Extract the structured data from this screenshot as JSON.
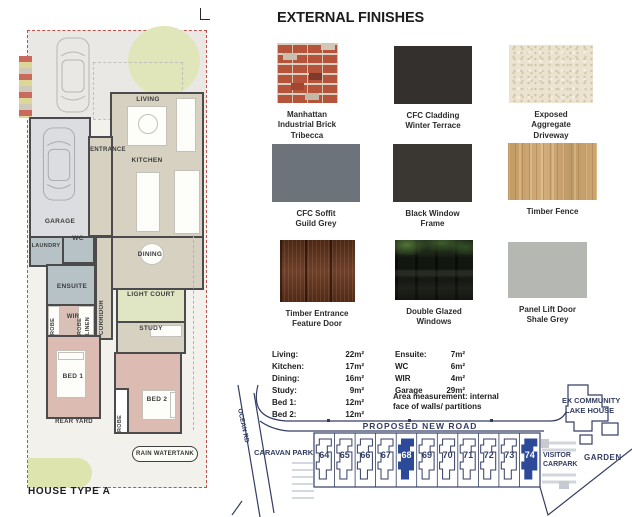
{
  "plan": {
    "title": "HOUSE TYPE A",
    "rooms": {
      "living": "LIVING",
      "entrance": "ENTRANCE",
      "kitchen": "KITCHEN",
      "garage": "GARAGE",
      "laundry": "LAUNDRY",
      "wc": "WC",
      "dining": "DINING",
      "ensuite": "ENSUITE",
      "robe_a": "ROBE",
      "wir": "WIR",
      "robe_b": "ROBE",
      "linen": "LINEN",
      "corridor": "CORRIDOR",
      "light_court": "LIGHT COURT",
      "study": "STUDY",
      "bed1": "BED 1",
      "bed2": "BED 2",
      "robe_c": "ROBE",
      "rear_yard": "REAR YARD",
      "rain_watertank": "RAIN WATERTANK"
    }
  },
  "finishes": {
    "title": "EXTERNAL FINISHES",
    "items": [
      {
        "label": "Manhattan Industrial Brick Tribecca",
        "texture": "brick"
      },
      {
        "label": "CFC Cladding Winter Terrace",
        "color": "#34302d"
      },
      {
        "label": "Exposed Aggregate Driveway",
        "texture": "aggregate",
        "color": "#ebe2cf"
      },
      {
        "label": "CFC Soffit Guild Grey",
        "color": "#6d737b"
      },
      {
        "label": "Black Window Frame",
        "color": "#3a3733"
      },
      {
        "label": "Timber Fence",
        "texture": "light-timber",
        "color": "#c9a470"
      },
      {
        "label": "Timber Entrance Feature Door",
        "texture": "dark-timber",
        "color": "#63351f"
      },
      {
        "label": "Double Glazed Windows",
        "texture": "photo",
        "color": "#171c14"
      },
      {
        "label": "Panel Lift Door Shale Grey",
        "color": "#b5b8b2"
      }
    ]
  },
  "areas": {
    "left": [
      {
        "label": "Living:",
        "value": "22m²"
      },
      {
        "label": "Kitchen:",
        "value": "17m²"
      },
      {
        "label": "Dining:",
        "value": "16m²"
      },
      {
        "label": "Study:",
        "value": "9m²"
      },
      {
        "label": "Bed 1:",
        "value": "12m²"
      },
      {
        "label": "Bed 2:",
        "value": "12m²"
      }
    ],
    "right": [
      {
        "label": "Ensuite:",
        "value": "7m²"
      },
      {
        "label": "WC",
        "value": "6m²"
      },
      {
        "label": "WIR",
        "value": "4m²"
      },
      {
        "label": "Garage",
        "value": "29m²"
      }
    ],
    "note": "Area measurement: internal face of walls/ partitions"
  },
  "site_plan": {
    "road_label": "PROPOSED NEW ROAD",
    "caravan_park": "CARAVAN PARK",
    "ocean_rd": "OCEAN RD",
    "visitor_carpark_line1": "VISITOR",
    "visitor_carpark_line2": "CARPARK",
    "ex_community_line1": "EX COMMUNITY",
    "ex_community_line2": "LAKE HOUSE",
    "garden": "GARDEN",
    "ink_color": "#333d63",
    "highlight_color": "#2d4a99",
    "lots": [
      {
        "number": "64",
        "highlighted": false
      },
      {
        "number": "65",
        "highlighted": false
      },
      {
        "number": "66",
        "highlighted": false
      },
      {
        "number": "67",
        "highlighted": false
      },
      {
        "number": "68",
        "highlighted": true
      },
      {
        "number": "69",
        "highlighted": false
      },
      {
        "number": "70",
        "highlighted": false
      },
      {
        "number": "71",
        "highlighted": false
      },
      {
        "number": "72",
        "highlighted": false
      },
      {
        "number": "73",
        "highlighted": false
      },
      {
        "number": "74",
        "highlighted": true
      }
    ]
  }
}
